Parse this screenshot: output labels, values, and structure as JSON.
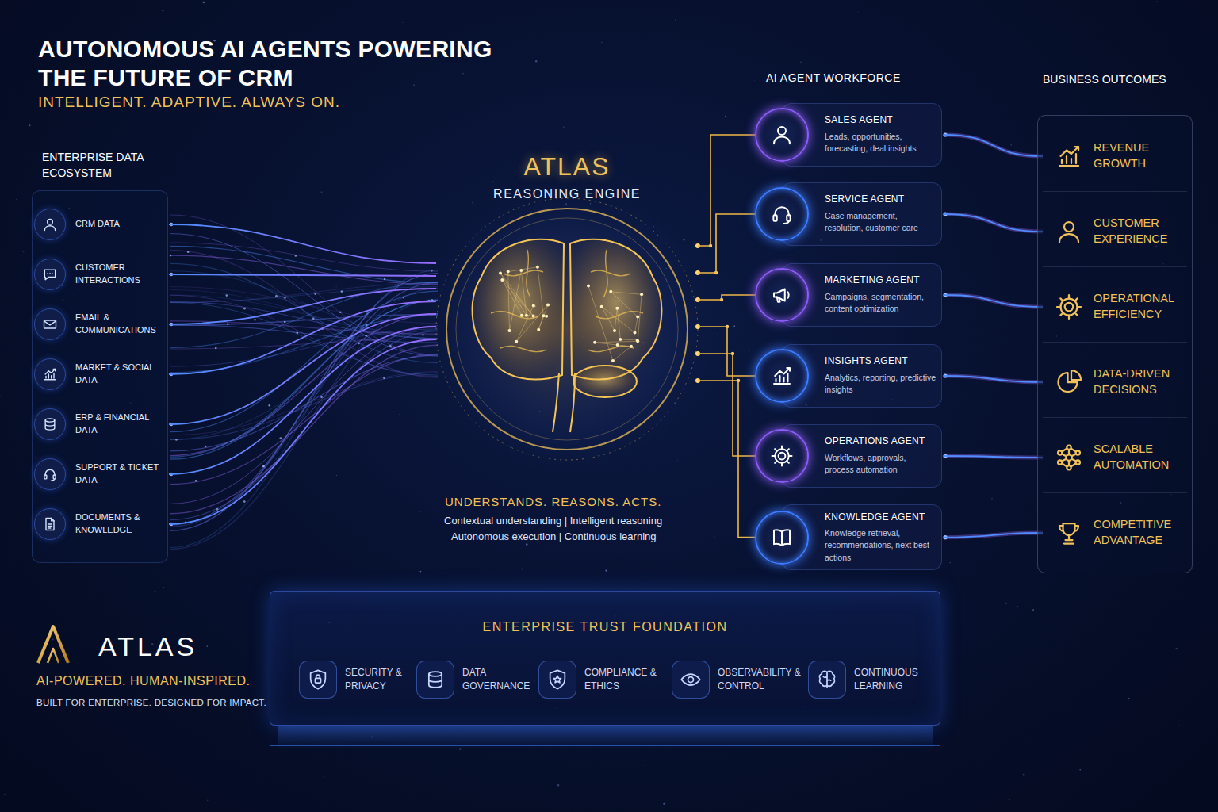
{
  "diagram": {
    "title": "AUTONOMOUS AI AGENTS POWERING THE FUTURE OF CRM",
    "nodes": [
      {
        "text": [
          "ENTERPRISE DATA ECOSYSTEM"
        ]
      },
      {
        "text": [
          "CRM DATA"
        ],
        "in": 0
      },
      {
        "text": [
          "CUSTOMER INTERACTIONS"
        ],
        "in": 0
      },
      {
        "text": [
          "EMAIL & COMMUNICATIONS"
        ],
        "in": 0
      },
      {
        "text": [
          "MARKET & SOCIAL DATA"
        ],
        "in": 0
      },
      {
        "text": [
          "ERP & FINANCIAL DATA"
        ],
        "in": 0
      },
      {
        "text": [
          "SUPPORT & TICKET DATA"
        ],
        "in": 0
      },
      {
        "text": [
          "DOCUMENTS & KNOWLEDGE"
        ],
        "in": 0
      },
      {
        "text": [
          "ATLAS",
          "REASONING ENGINE"
        ]
      },
      {
        "text": [
          "SALES AGENT",
          "Leads, opportunities, forecasting, deal insights"
        ]
      },
      {
        "text": [
          "SERVICE AGENT",
          "Case management, resolution, customer care"
        ]
      },
      {
        "text": [
          "MARKETING AGENT",
          "Campaigns, segmentation, content optimization"
        ]
      },
      {
        "text": [
          "INSIGHTS AGENT",
          "Analytics, reporting, predictive insights"
        ]
      },
      {
        "text": [
          "OPERATIONS AGENT",
          "Workflows, approvals, process automation"
        ]
      },
      {
        "text": [
          "KNOWLEDGE AGENT",
          "Knowledge retrieval, recommendations, next best actions"
        ]
      },
      {
        "text": [
          "BUSINESS OUTCOMES"
        ]
      },
      {
        "text": [
          "REVENUE GROWTH"
        ],
        "in": 15
      },
      {
        "text": [
          "CUSTOMER EXPERIENCE"
        ],
        "in": 15
      },
      {
        "text": [
          "OPERATIONAL EFFICIENCY"
        ],
        "in": 15
      },
      {
        "text": [
          "DATA-DRIVEN DECISIONS"
        ],
        "in": 15
      },
      {
        "text": [
          "SCALABLE AUTOMATION"
        ],
        "in": 15
      },
      {
        "text": [
          "COMPETITIVE ADVANTAGE"
        ],
        "in": 15
      },
      {
        "text": [
          "ENTERPRISE TRUST FOUNDATION"
        ]
      },
      {
        "text": [
          "SECURITY & PRIVACY"
        ],
        "in": 22
      },
      {
        "text": [
          "DATA GOVERNANCE"
        ],
        "in": 22
      },
      {
        "text": [
          "COMPLIANCE & ETHICS"
        ],
        "in": 22
      },
      {
        "text": [
          "OBSERVABILITY & CONTROL"
        ],
        "in": 22
      },
      {
        "text": [
          "CONTINUOUS LEARNING"
        ],
        "in": 22
      }
    ],
    "edges": [
      {
        "from": 1,
        "to": 8,
        "arrow": "none"
      },
      {
        "from": 2,
        "to": 8,
        "arrow": "none"
      },
      {
        "from": 3,
        "to": 8,
        "arrow": "none"
      },
      {
        "from": 4,
        "to": 8,
        "arrow": "none"
      },
      {
        "from": 5,
        "to": 8,
        "arrow": "none"
      },
      {
        "from": 6,
        "to": 8,
        "arrow": "none"
      },
      {
        "from": 7,
        "to": 8,
        "arrow": "none"
      },
      {
        "from": 8,
        "to": 9,
        "arrow": "none"
      },
      {
        "from": 8,
        "to": 10,
        "arrow": "none"
      },
      {
        "from": 8,
        "to": 11,
        "arrow": "none"
      },
      {
        "from": 8,
        "to": 12,
        "arrow": "none"
      },
      {
        "from": 8,
        "to": 13,
        "arrow": "none"
      },
      {
        "from": 8,
        "to": 14,
        "arrow": "none"
      },
      {
        "from": 9,
        "to": 16,
        "arrow": "none"
      },
      {
        "from": 10,
        "to": 17,
        "arrow": "none"
      },
      {
        "from": 11,
        "to": 18,
        "arrow": "none"
      },
      {
        "from": 12,
        "to": 19,
        "arrow": "none"
      },
      {
        "from": 13,
        "to": 20,
        "arrow": "none"
      },
      {
        "from": 14,
        "to": 21,
        "arrow": "none"
      }
    ],
    "labels": [
      "INTELLIGENT. ADAPTIVE. ALWAYS ON.",
      "AI AGENT WORKFORCE",
      "UNDERSTANDS. REASONS. ACTS.",
      "Contextual understanding | Intelligent reasoning",
      "Autonomous execution | Continuous learning",
      "ATLAS",
      "AI-POWERED. HUMAN-INSPIRED.",
      "BUILT FOR ENTERPRISE. DESIGNED FOR IMPACT."
    ]
  }
}
